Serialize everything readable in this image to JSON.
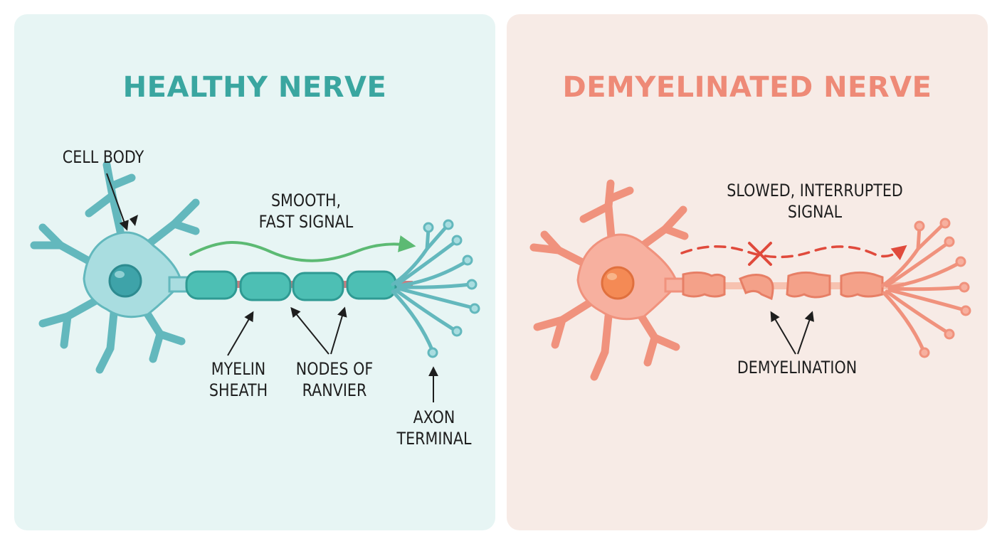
{
  "colors": {
    "healthy_panel_bg": "#e7f5f4",
    "demyelinated_panel_bg": "#f7ebe6",
    "healthy_accent": "#3aa6a0",
    "demyelinated_accent": "#ee8a77",
    "healthy_signal": "#5cba73",
    "demyelinated_signal": "#e04a3c",
    "node_color": "#c97d80"
  },
  "healthy": {
    "title": "HEALTHY NERVE",
    "labels": {
      "cell_body": "CELL BODY",
      "signal_line1": "SMOOTH,",
      "signal_line2": "FAST SIGNAL",
      "myelin_line1": "MYELIN",
      "myelin_line2": "SHEATH",
      "nodes_line1": "NODES OF",
      "nodes_line2": "RANVIER",
      "terminal_line1": "AXON",
      "terminal_line2": "TERMINAL"
    }
  },
  "demyelinated": {
    "title": "DEMYELINATED NERVE",
    "labels": {
      "signal_line1": "SLOWED, INTERRUPTED",
      "signal_line2": "SIGNAL",
      "demyelination": "DEMYELINATION"
    }
  }
}
